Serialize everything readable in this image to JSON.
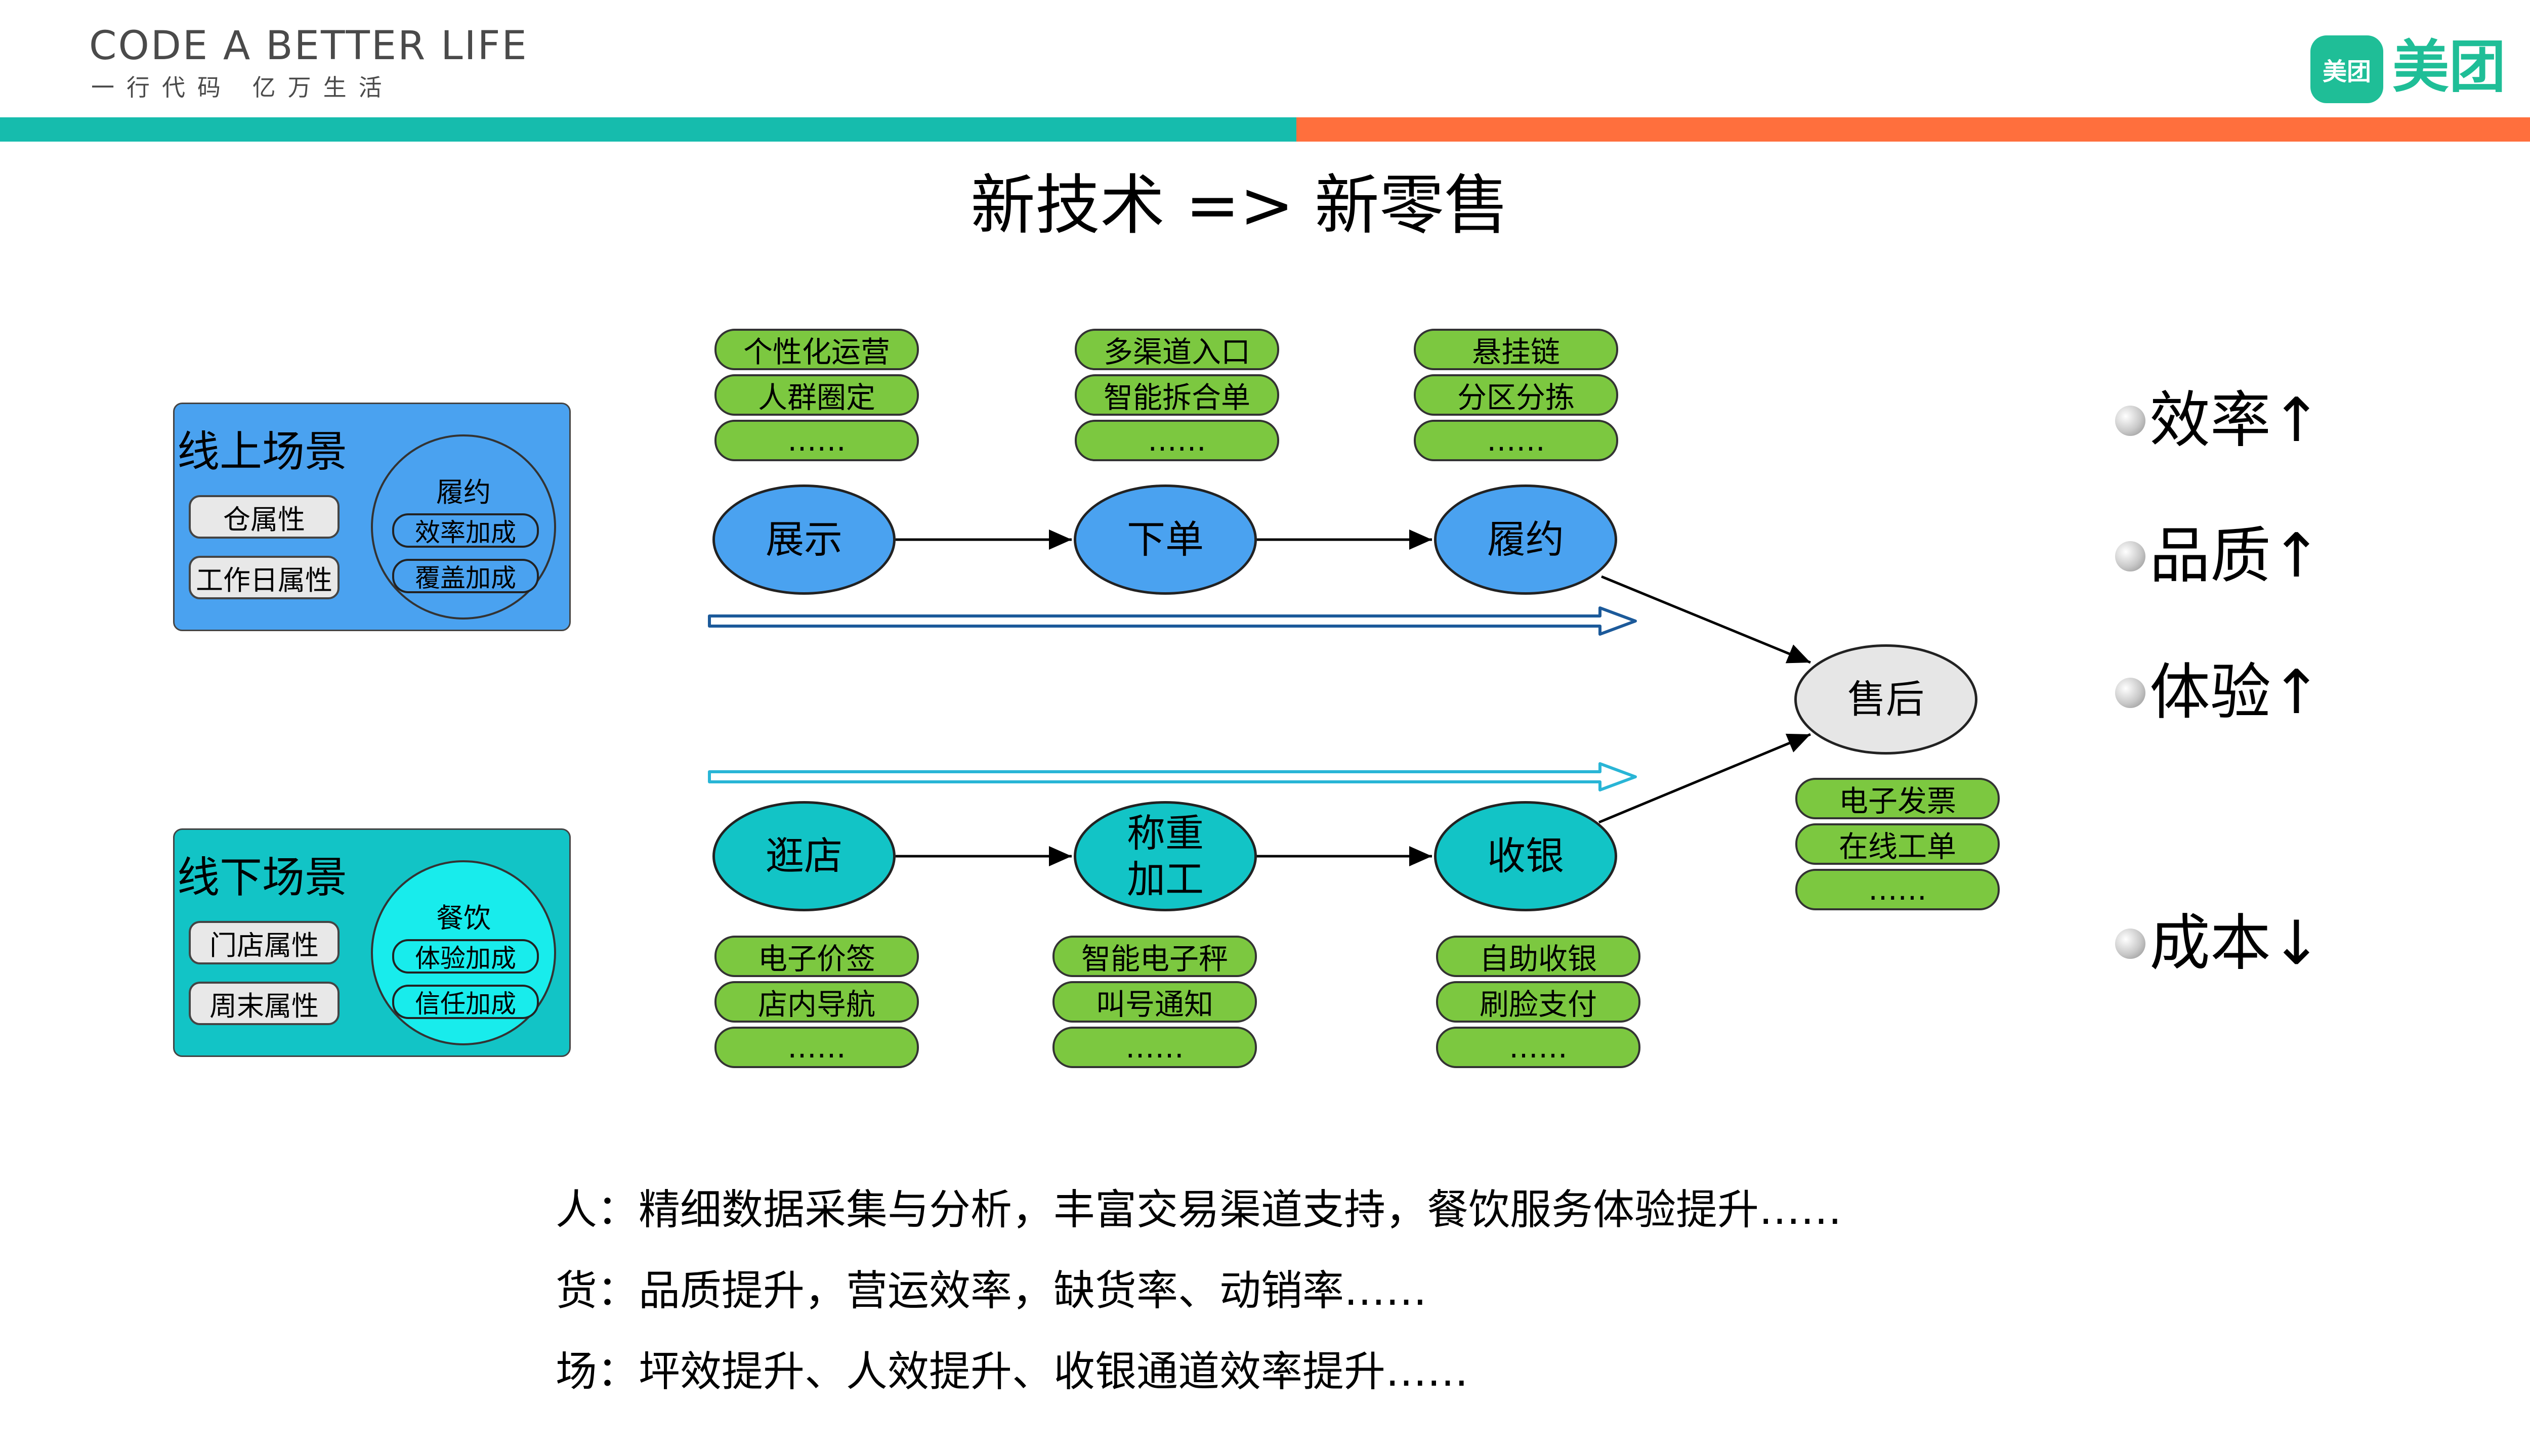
{
  "header": {
    "brand_line": "CODE A BETTER LIFE",
    "brand_sub": "一行代码 亿万生活",
    "logo_icon_text": "美团",
    "logo_text": "美团",
    "colors": {
      "teal": "#16bcad",
      "orange": "#ff6f3d",
      "brand_green": "#1fbe97"
    }
  },
  "title": "新技术 => 新零售",
  "online": {
    "title": "线上场景",
    "attrs": [
      "仓属性",
      "工作日属性"
    ],
    "circle_title": "履约",
    "circle_items": [
      "效率加成",
      "覆盖加成"
    ],
    "color": "#4aa2f0"
  },
  "offline": {
    "title": "线下场景",
    "attrs": [
      "门店属性",
      "周末属性"
    ],
    "circle_title": "餐饮",
    "circle_items": [
      "体验加成",
      "信任加成"
    ],
    "color": "#12c4c6"
  },
  "flow_top": {
    "nodes": [
      "展示",
      "下单",
      "履约"
    ],
    "groups": [
      [
        "个性化运营",
        "人群圈定",
        "……"
      ],
      [
        "多渠道入口",
        "智能拆合单",
        "……"
      ],
      [
        "悬挂链",
        "分区分拣",
        "……"
      ]
    ]
  },
  "flow_bottom": {
    "nodes": [
      "逛店",
      "称重\n加工",
      "收银"
    ],
    "groups": [
      [
        "电子价签",
        "店内导航",
        "……"
      ],
      [
        "智能电子秤",
        "叫号通知",
        "……"
      ],
      [
        "自助收银",
        "刷脸支付",
        "……"
      ]
    ]
  },
  "after_sale": {
    "node": "售后",
    "items": [
      "电子发票",
      "在线工单",
      "……"
    ]
  },
  "metrics": [
    "效率↑",
    "品质↑",
    "体验↑",
    "成本↓"
  ],
  "summary": [
    "人：精细数据采集与分析，丰富交易渠道支持，餐饮服务体验提升……",
    "货：品质提升，营运效率，缺货率、动销率……",
    "场：坪效提升、人效提升、收银通道效率提升……"
  ]
}
